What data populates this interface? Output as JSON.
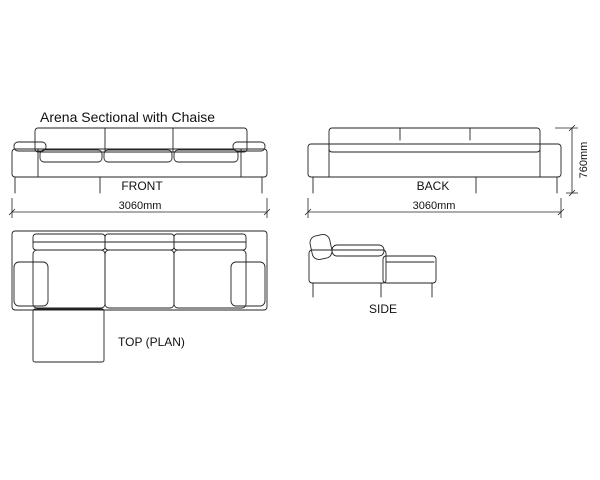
{
  "drawing": {
    "title": "Arena Sectional with Chaise",
    "views": {
      "front": {
        "label": "FRONT",
        "width_dimension": "3060mm"
      },
      "back": {
        "label": "BACK",
        "width_dimension": "3060mm",
        "height_dimension": "760mm"
      },
      "top": {
        "label": "TOP (PLAN)"
      },
      "side": {
        "label": "SIDE"
      }
    },
    "colors": {
      "line": "#222222",
      "text": "#111111",
      "background": "#ffffff"
    }
  }
}
